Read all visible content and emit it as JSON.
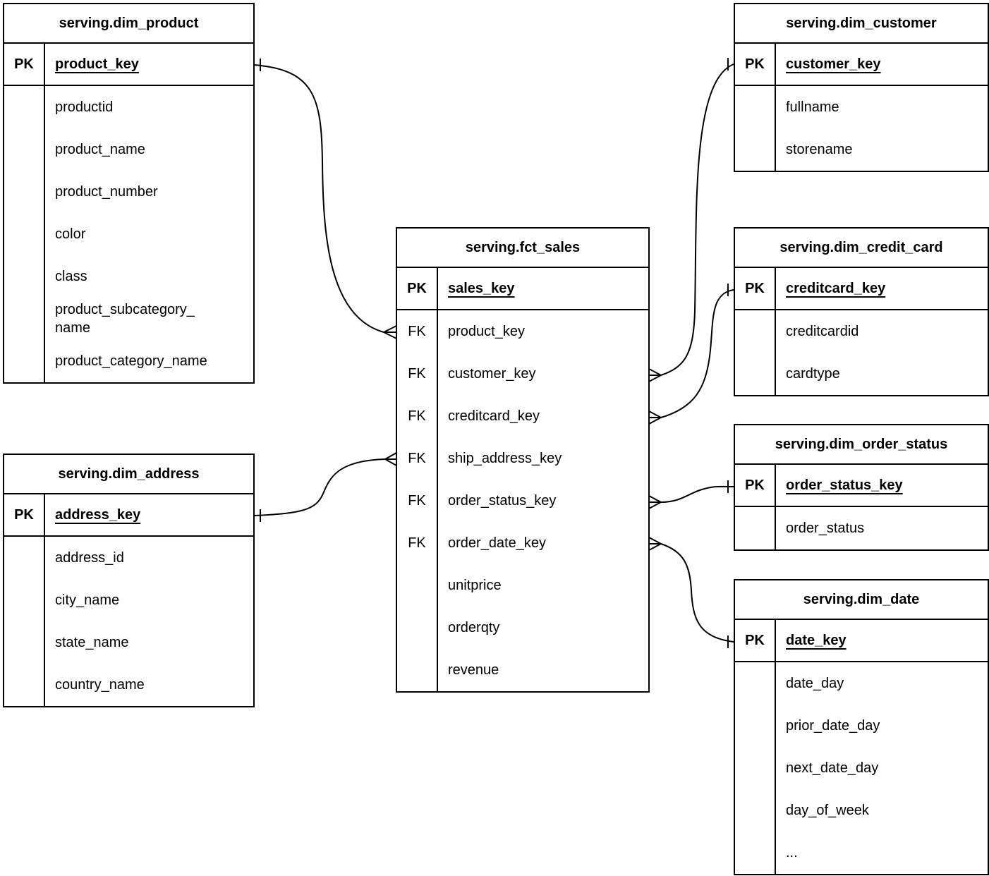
{
  "colors": {
    "line": "#000000",
    "background": "#ffffff",
    "text": "#000000"
  },
  "tables": {
    "dim_product": {
      "title": "serving.dim_product",
      "pk_label": "PK",
      "pk_field": "product_key",
      "rows": [
        {
          "key": "",
          "name": "productid"
        },
        {
          "key": "",
          "name": "product_name"
        },
        {
          "key": "",
          "name": "product_number"
        },
        {
          "key": "",
          "name": "color"
        },
        {
          "key": "",
          "name": "class"
        },
        {
          "key": "",
          "name": "product_subcategory_\nname"
        },
        {
          "key": "",
          "name": "product_category_name"
        }
      ]
    },
    "dim_address": {
      "title": "serving.dim_address",
      "pk_label": "PK",
      "pk_field": "address_key",
      "rows": [
        {
          "key": "",
          "name": "address_id"
        },
        {
          "key": "",
          "name": "city_name"
        },
        {
          "key": "",
          "name": "state_name"
        },
        {
          "key": "",
          "name": "country_name"
        }
      ]
    },
    "fct_sales": {
      "title": "serving.fct_sales",
      "pk_label": "PK",
      "pk_field": "sales_key",
      "rows": [
        {
          "key": "FK",
          "name": "product_key"
        },
        {
          "key": "FK",
          "name": "customer_key"
        },
        {
          "key": "FK",
          "name": "creditcard_key"
        },
        {
          "key": "FK",
          "name": "ship_address_key"
        },
        {
          "key": "FK",
          "name": "order_status_key"
        },
        {
          "key": "FK",
          "name": "order_date_key"
        },
        {
          "key": "",
          "name": "unitprice"
        },
        {
          "key": "",
          "name": "orderqty"
        },
        {
          "key": "",
          "name": "revenue"
        }
      ]
    },
    "dim_customer": {
      "title": "serving.dim_customer",
      "pk_label": "PK",
      "pk_field": "customer_key",
      "rows": [
        {
          "key": "",
          "name": "fullname"
        },
        {
          "key": "",
          "name": "storename"
        }
      ]
    },
    "dim_credit_card": {
      "title": "serving.dim_credit_card",
      "pk_label": "PK",
      "pk_field": "creditcard_key",
      "rows": [
        {
          "key": "",
          "name": "creditcardid"
        },
        {
          "key": "",
          "name": "cardtype"
        }
      ]
    },
    "dim_order_status": {
      "title": "serving.dim_order_status",
      "pk_label": "PK",
      "pk_field": "order_status_key",
      "rows": [
        {
          "key": "",
          "name": "order_status"
        }
      ]
    },
    "dim_date": {
      "title": "serving.dim_date",
      "pk_label": "PK",
      "pk_field": "date_key",
      "rows": [
        {
          "key": "",
          "name": "date_day"
        },
        {
          "key": "",
          "name": "prior_date_day"
        },
        {
          "key": "",
          "name": "next_date_day"
        },
        {
          "key": "",
          "name": "day_of_week"
        },
        {
          "key": "",
          "name": "..."
        }
      ]
    }
  },
  "relationships": [
    {
      "from": "serving.fct_sales.product_key",
      "to": "serving.dim_product.product_key",
      "cardinality": "many-to-one"
    },
    {
      "from": "serving.fct_sales.ship_address_key",
      "to": "serving.dim_address.address_key",
      "cardinality": "many-to-one"
    },
    {
      "from": "serving.fct_sales.customer_key",
      "to": "serving.dim_customer.customer_key",
      "cardinality": "many-to-one"
    },
    {
      "from": "serving.fct_sales.creditcard_key",
      "to": "serving.dim_credit_card.creditcard_key",
      "cardinality": "many-to-one"
    },
    {
      "from": "serving.fct_sales.order_status_key",
      "to": "serving.dim_order_status.order_status_key",
      "cardinality": "many-to-one"
    },
    {
      "from": "serving.fct_sales.order_date_key",
      "to": "serving.dim_date.date_key",
      "cardinality": "many-to-one"
    }
  ]
}
